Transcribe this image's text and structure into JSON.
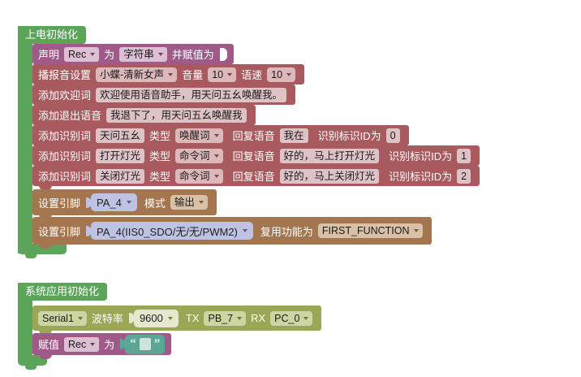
{
  "app": {
    "type": "blockly-visual-programming-workspace",
    "language": "zh-CN",
    "canvas_background": "#ffffff"
  },
  "colors": {
    "hat_green": "#5ba55b",
    "variable_purple": "#a05a8a",
    "voice_rose": "#a85a5e",
    "pin_brown": "#a3764f",
    "serial_olive": "#9ba757",
    "reporter_lavender": "#bfc3e3",
    "text_teal": "#5ca695"
  },
  "stacks": [
    {
      "id": "power-on-init",
      "hat_label": "上电初始化"
    },
    {
      "id": "system-app-init",
      "hat_label": "系统应用初始化"
    }
  ],
  "power_on_init": {
    "hat_label": "上电初始化",
    "blocks": {
      "declare": {
        "name": "declare-variable-block",
        "label_1": "声明",
        "var_name": "Rec",
        "label_2": "为",
        "var_type": "字符串",
        "label_3": "并赋值为",
        "value_socket": "empty"
      },
      "voice_settings": {
        "name": "broadcast-voice-settings-block",
        "label_1": "播报音设置",
        "voice": "小蝶-清新女声",
        "label_volume": "音量",
        "volume": "10",
        "label_speed": "语速",
        "speed": "10"
      },
      "welcome": {
        "name": "add-welcome-phrase-block",
        "label_1": "添加欢迎词",
        "text": "欢迎使用语音助手，用天问五幺唤醒我。"
      },
      "exit": {
        "name": "add-exit-phrase-block",
        "label_1": "添加退出语音",
        "text": "我退下了，用天问五幺唤醒我"
      },
      "keywords": [
        {
          "name": "add-recognition-word-block",
          "label_1": "添加识别词",
          "word": "天问五幺",
          "label_type": "类型",
          "type": "唤醒词",
          "label_reply": "回复语音",
          "reply": "我在",
          "label_id": "识别标识ID为",
          "id": "0"
        },
        {
          "name": "add-recognition-word-block",
          "label_1": "添加识别词",
          "word": "打开灯光",
          "label_type": "类型",
          "type": "命令词",
          "label_reply": "回复语音",
          "reply": "好的，马上打开灯光",
          "label_id": "识别标识ID为",
          "id": "1"
        },
        {
          "name": "add-recognition-word-block",
          "label_1": "添加识别词",
          "word": "关闭灯光",
          "label_type": "类型",
          "type": "命令词",
          "label_reply": "回复语音",
          "reply": "好的，马上关闭灯光",
          "label_id": "识别标识ID为",
          "id": "2"
        }
      ],
      "set_pin_mode": {
        "name": "set-pin-mode-block",
        "label_1": "设置引脚",
        "pin": "PA_4",
        "label_mode": "模式",
        "mode": "输出"
      },
      "set_pin_function": {
        "name": "set-pin-alternate-function-block",
        "label_1": "设置引脚",
        "pin": "PA_4(IIS0_SDO/无/无/PWM2)",
        "label_function": "复用功能为",
        "function": "FIRST_FUNCTION"
      }
    }
  },
  "system_app_init": {
    "hat_label": "系统应用初始化",
    "blocks": {
      "serial": {
        "name": "serial-init-block",
        "port": "Serial1",
        "label_baud": "波特率",
        "baud": "9600",
        "label_tx": "TX",
        "tx": "PB_7",
        "label_rx": "RX",
        "rx": "PC_0"
      },
      "assign": {
        "name": "assign-variable-block",
        "label_1": "赋值",
        "var_name": "Rec",
        "label_2": "为",
        "text_value": "",
        "quote_open": "“",
        "quote_close": "”"
      }
    }
  }
}
